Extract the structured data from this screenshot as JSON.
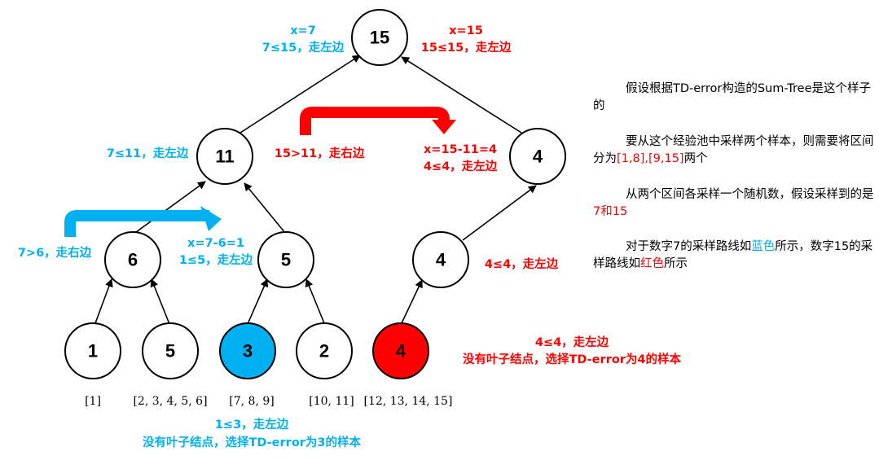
{
  "colors": {
    "blue": "#00b0f0",
    "red": "#ff0000",
    "node_fill": "#ffffff",
    "node_stroke": "#000000"
  },
  "tree": {
    "root": "15",
    "l1_left": "11",
    "l1_right": "4",
    "l2_a": "6",
    "l2_b": "5",
    "l2_c": "4",
    "leaf_1": "1",
    "leaf_2": "5",
    "leaf_3": "3",
    "leaf_4": "2",
    "leaf_5": "4"
  },
  "ranges": [
    "[1]",
    "[2, 3, 4, 5, 6]",
    "[7, 8, 9]",
    "[10, 11]",
    "[12, 13, 14, 15]"
  ],
  "annotations": {
    "root_blue_1": "x=7",
    "root_blue_2": "7≤15，走左边",
    "root_red_1": "x=15",
    "root_red_2": "15≤15，走左边",
    "n11_blue": "7≤11，走左边",
    "n11_red": "15>11，走右边",
    "n4_red_1": "x=15-11=4",
    "n4_red_2": "4≤4，走左边",
    "n6_blue": "7>6，走右边",
    "n5_blue_1": "x=7-6=1",
    "n5_blue_2": "1≤5，走左边",
    "n4b_red": "4≤4，走左边",
    "leaf4_red_1": "4≤4，走左边",
    "leaf4_red_2": "没有叶子结点，选择TD-error为4的样本",
    "leaf3_blue_1": "1≤3，走左边",
    "leaf3_blue_2": "没有叶子结点，选择TD-error为3的样本"
  },
  "side_text": {
    "p1": "假设根据TD-error构造的Sum-Tree是这个样子的",
    "p2_a": "要从这个经验池中采样两个样本，则需要将区间分为",
    "p2_red": "[1,8],[9,15]",
    "p2_b": "两个",
    "p3_a": "从两个区间各采样一个随机数，假设采样到的是",
    "p3_red": "7和15",
    "p4_a": "对于数字7的采样路线如",
    "p4_blue": "蓝色",
    "p4_b": "所示，数字15的采样路线如",
    "p4_red": "红色",
    "p4_c": "所示"
  }
}
